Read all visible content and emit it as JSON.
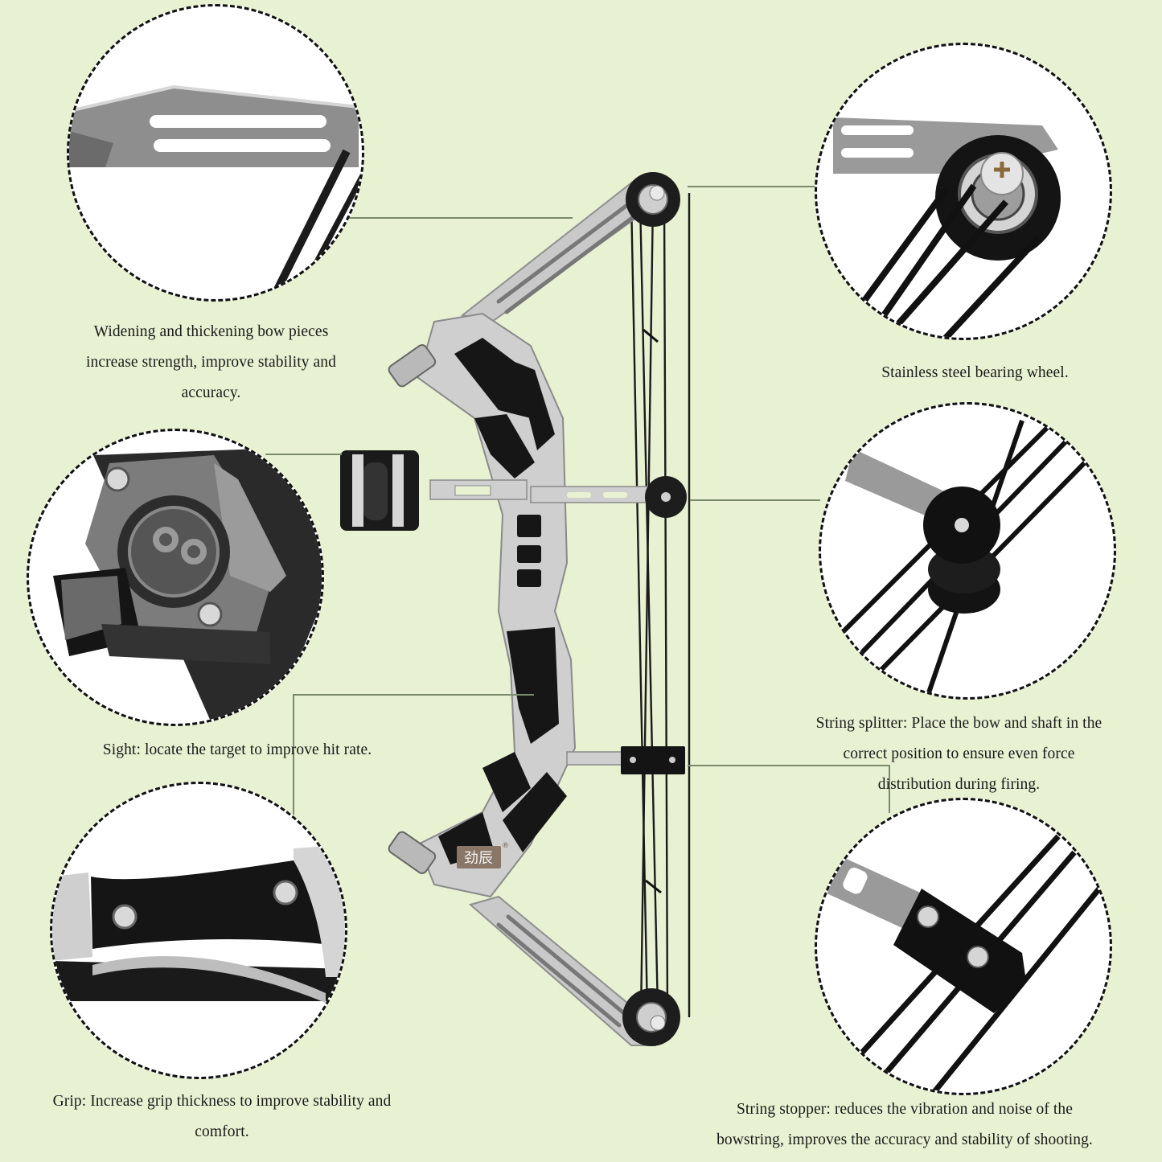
{
  "background_color": "#e8f1d2",
  "brand_mark": {
    "text": "劲辰",
    "registered": "®"
  },
  "features": [
    {
      "id": "limb",
      "caption": "Widening and thickening bow pieces increase strength, improve stability and accuracy.",
      "caption_lines": [
        "Widening and thickening bow pieces",
        "increase strength, improve stability and",
        "accuracy."
      ],
      "detail_icon": "bow-limb-icon"
    },
    {
      "id": "wheel",
      "caption": "Stainless steel bearing wheel.",
      "caption_lines": [
        "Stainless steel bearing wheel."
      ],
      "detail_icon": "bearing-wheel-icon"
    },
    {
      "id": "sight",
      "caption": "Sight: locate the target to improve hit rate.",
      "caption_lines": [
        "Sight: locate the target to improve hit rate."
      ],
      "detail_icon": "sight-icon"
    },
    {
      "id": "splitter",
      "caption": "String splitter: Place the bow and shaft in the correct position to ensure even force distribution during firing.",
      "caption_lines": [
        "String splitter: Place the bow and shaft in the",
        "correct position to ensure even force",
        "distribution during firing."
      ],
      "detail_icon": "string-splitter-icon"
    },
    {
      "id": "grip",
      "caption": "Grip: Increase grip thickness to improve stability and comfort.",
      "caption_lines": [
        "Grip: Increase grip thickness to improve stability and",
        "comfort."
      ],
      "detail_icon": "grip-icon"
    },
    {
      "id": "stopper",
      "caption": "String stopper: reduces the vibration and noise of the bowstring, improves the accuracy and stability of shooting.",
      "caption_lines": [
        "String stopper: reduces the vibration and noise of the",
        "bowstring, improves the accuracy and stability of shooting."
      ],
      "detail_icon": "string-stopper-icon"
    }
  ]
}
